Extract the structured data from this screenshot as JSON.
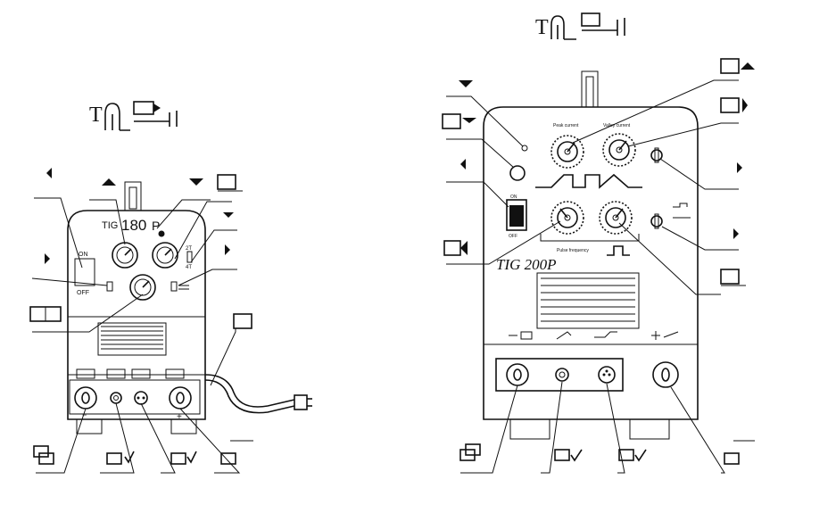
{
  "left_machine": {
    "title_glyph": "T",
    "model_prefix": "TIG",
    "model_number": "180",
    "model_suffix": "P",
    "switch_on": "ON",
    "switch_off": "OFF",
    "mode_2t": "2T",
    "mode_4t": "4T",
    "minus_sign": "−",
    "plus_sign": "+"
  },
  "right_machine": {
    "title_glyph": "T",
    "model": "TIG 200P",
    "peak_current": "Peak current",
    "valley_current": "Valley current",
    "pulse_frequency": "Pulse frequency",
    "switch_on": "ON",
    "switch_off": "OFF"
  }
}
